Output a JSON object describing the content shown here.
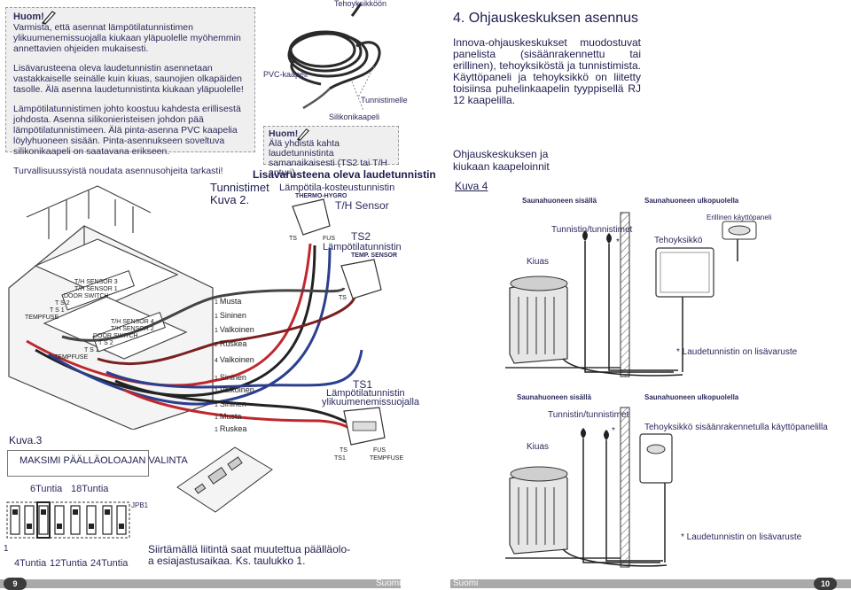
{
  "note1": {
    "title": "Huom!",
    "p1": "Varmista, että asennat lämpötilatunnistimen ylikuumenemissuojalla kiukaan yläpuolelle myöhemmin annettavien ohjeiden mukaisesti.",
    "p2": "Lisävarusteena oleva laudetunnistin asennetaan vastakkaiselle seinälle kuin kiuas, saunojien olkapäiden tasolle. Älä asenna laudetunnistinta kiukaan yläpuolelle!",
    "p3": "Lämpötilatunnistimen johto koostuu kahdesta erillisestä johdosta. Asenna silikonieristeisen johdon pää lämpötilatunnistimeen. Älä pinta-asenna PVC kaapelia löylyhuoneen sisään. Pinta-asennukseen soveltuva silikonikaapeli on saatavana erikseen.",
    "p4": "Turvallisuussyistä noudata asennusohjeita tarkasti!"
  },
  "cable": {
    "top": "Tehoyksikköön",
    "pvc": "PVC-kaapeli",
    "sensor": "Tunnistimelle",
    "silicon": "Silikonikaapeli"
  },
  "note2": {
    "title": "Huom!",
    "text": "Älä yhdistä kahta laudetunnistinta samanaikaisesti (TS2 tai T/H anturi)."
  },
  "sensors": {
    "optional": "Lisävarusteena oleva laudetunnistin",
    "th_name": "Lämpötila-kosteustunnistin",
    "th_model": "THERMO-HYGRO",
    "th_tag": "T/H Sensor",
    "ts2": "TS2",
    "ts2_name": "Lämpötilatunnistin",
    "ts2_model": "TEMP. SENSOR",
    "ts1": "TS1",
    "ts1_name": "Lämpötilatunnistin",
    "ts1_sub": "ylikuumenemissuojalla",
    "tag_ts": "TS",
    "tag_fus": "FUS",
    "tag_ts1": "TS1",
    "tag_tempfuse": "TEMPFUSE"
  },
  "figure2": {
    "line1": "Tunnistimet",
    "line2": "Kuva 2."
  },
  "board": {
    "labels": [
      "T/H SENSOR 3",
      "T/H SENSOR 1",
      "DOOR SWITCH",
      "T S 2",
      "T S 1",
      "TEMPFUSE",
      "T/H SENSOR 4",
      "T/H SENSOR 2",
      "DOOR SWITCH",
      "T S 2",
      "T S 1",
      "TEMPFUSE"
    ]
  },
  "wires": [
    {
      "n": "1",
      "c": "Musta"
    },
    {
      "n": "1",
      "c": "Sininen"
    },
    {
      "n": "1",
      "c": "Valkoinen"
    },
    {
      "n": "2",
      "c": "Ruskea"
    },
    {
      "n": "4",
      "c": "Valkoinen"
    },
    {
      "n": "1",
      "c": "Sininen"
    },
    {
      "n": "1",
      "c": "Valkoinen"
    },
    {
      "n": "1",
      "c": "Sininen"
    },
    {
      "n": "1",
      "c": "Musta"
    },
    {
      "n": "1",
      "c": "Ruskea"
    }
  ],
  "figure3": {
    "caption": "Kuva.3",
    "max_power": "MAKSIMI PÄÄLLÄOLOAJAN VALINTA",
    "jumper": "JPB1",
    "opt6": "6Tuntia",
    "opt18": "18Tuntia",
    "opt4": "4Tuntia",
    "opt12": "12Tuntia",
    "opt24": "24Tuntia",
    "one": "1",
    "note_line1": "Siirtämällä liitintä saat muutettua päälläolo-",
    "note_line2": "a esiajastusaikaa. Ks. taulukko 1."
  },
  "section4": {
    "heading": "4. Ohjauskeskuksen asennus",
    "para": "Innova-ohjauskeskukset muodostuvat panelista (sisäänrakennettu tai erillinen), tehoyksiköstä ja tunnistimista. Käyttöpaneli ja tehoyksikkö on liitetty toisiinsa puhelinkaapelin tyyppisellä RJ 12 kaapelilla."
  },
  "figure4": {
    "title1": "Ohjauskeskuksen ja",
    "title2": "kiukaan kaapeloinnit",
    "caption": "Kuva 4",
    "inside1": "Saunahuoneen sisällä",
    "outside1": "Saunahuoneen ulkopuolella",
    "separate_panel": "Erillinen käyttöpaneli",
    "sensors1": "Tunnistin/tunnistimet",
    "power_unit": "Tehoyksikkö",
    "heater1": "Kiuas",
    "bench_note1": "* Laudetunnistin on lisävaruste",
    "inside2": "Saunahuoneen sisällä",
    "outside2": "Saunahuoneen ulkopuolella",
    "sensors2": "Tunnistin/tunnistimet",
    "power_unit_builtin": "Tehoyksikkö sisäänrakennetulla käyttöpanelilla",
    "heater2": "Kiuas",
    "bench_note2": "* Laudetunnistin on lisävaruste",
    "star": "*"
  },
  "footer": {
    "page_left": "9",
    "suomi_left": "Suomi",
    "suomi_right": "Suomi",
    "page_right": "10"
  }
}
